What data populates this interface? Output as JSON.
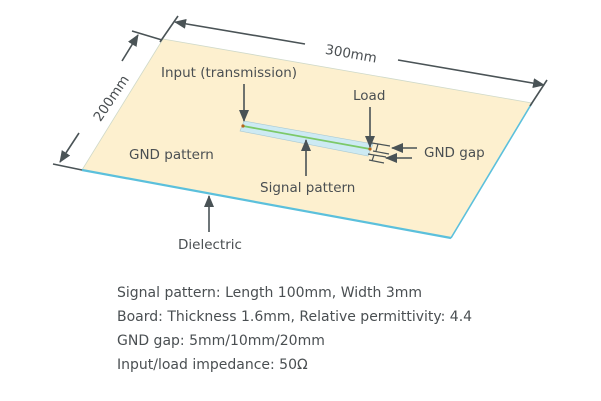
{
  "diagram": {
    "dimensions": {
      "length": "300mm",
      "width": "200mm"
    },
    "labels": {
      "input": "Input (transmission)",
      "load": "Load",
      "gnd_pattern": "GND pattern",
      "gnd_gap": "GND gap",
      "signal_pattern": "Signal pattern",
      "dielectric": "Dielectric"
    },
    "colors": {
      "board": "#fdf0cf",
      "dielectric_edge": "#5bc0dc",
      "signal_area": "#cdeaf3",
      "signal_line": "#7cc96a",
      "arrow": "#4a5356",
      "port": "#b5651d"
    }
  },
  "specs": [
    "Signal pattern: Length 100mm, Width 3mm",
    "Board: Thickness 1.6mm, Relative permittivity: 4.4",
    "GND gap: 5mm/10mm/20mm",
    "Input/load impedance: 50Ω"
  ]
}
